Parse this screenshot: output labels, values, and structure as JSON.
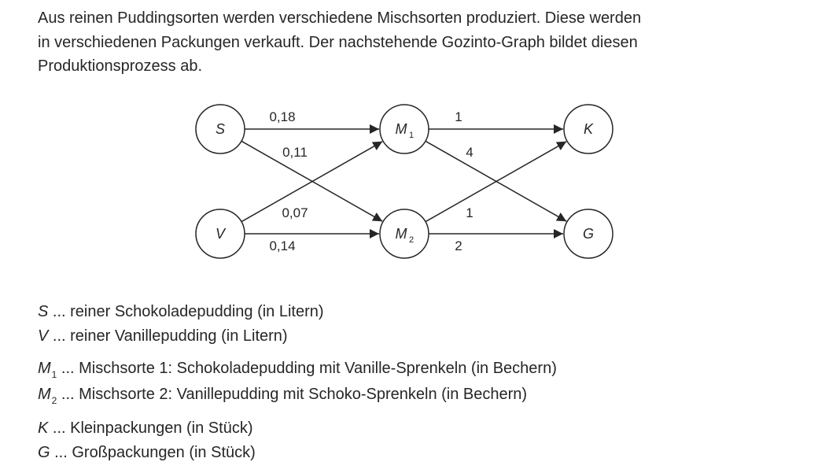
{
  "intro": {
    "lines": [
      "Aus reinen Puddingsorten werden verschiedene Mischsorten produziert. Diese werden",
      "in verschiedenen Packungen verkauft. Der nachstehende Gozinto-Graph bildet diesen",
      "Produktionsprozess ab."
    ]
  },
  "graph": {
    "nodes": [
      {
        "id": "S",
        "label": "S",
        "sub": ""
      },
      {
        "id": "V",
        "label": "V",
        "sub": ""
      },
      {
        "id": "M1",
        "label": "M",
        "sub": "1"
      },
      {
        "id": "M2",
        "label": "M",
        "sub": "2"
      },
      {
        "id": "K",
        "label": "K",
        "sub": ""
      },
      {
        "id": "G",
        "label": "G",
        "sub": ""
      }
    ],
    "edges": [
      {
        "from": "S",
        "to": "M1",
        "weight": "0,18"
      },
      {
        "from": "S",
        "to": "M2",
        "weight": "0,11"
      },
      {
        "from": "V",
        "to": "M1",
        "weight": "0,07"
      },
      {
        "from": "V",
        "to": "M2",
        "weight": "0,14"
      },
      {
        "from": "M1",
        "to": "K",
        "weight": "1"
      },
      {
        "from": "M1",
        "to": "G",
        "weight": "4"
      },
      {
        "from": "M2",
        "to": "K",
        "weight": "1"
      },
      {
        "from": "M2",
        "to": "G",
        "weight": "2"
      }
    ]
  },
  "legend": {
    "groups": [
      [
        {
          "symbol": "S",
          "sub": "",
          "text": " ... reiner Schokoladepudding (in Litern)"
        },
        {
          "symbol": "V",
          "sub": "",
          "text": " ... reiner Vanillepudding (in Litern)"
        }
      ],
      [
        {
          "symbol": "M",
          "sub": "1",
          "text": " ... Mischsorte 1: Schokoladepudding mit Vanille-Sprenkeln (in Bechern)"
        },
        {
          "symbol": "M",
          "sub": "2",
          "text": " ... Mischsorte 2: Vanillepudding mit Schoko-Sprenkeln (in Bechern)"
        }
      ],
      [
        {
          "symbol": "K",
          "sub": "",
          "text": " ... Kleinpackungen (in Stück)"
        },
        {
          "symbol": "G",
          "sub": "",
          "text": " ... Großpackungen (in Stück)"
        }
      ]
    ]
  }
}
